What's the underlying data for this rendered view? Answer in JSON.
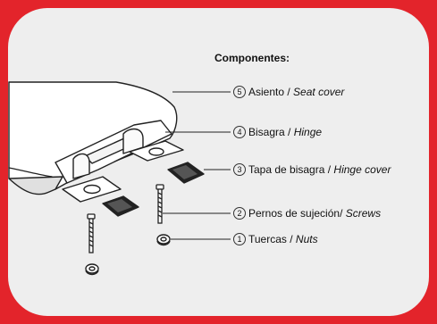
{
  "title": "Componentes:",
  "components": [
    {
      "number": "5",
      "es": "Asiento",
      "sep": " / ",
      "en": "Seat cover"
    },
    {
      "number": "4",
      "es": "Bisagra",
      "sep": " / ",
      "en": "Hinge"
    },
    {
      "number": "3",
      "es": "Tapa de bisagra",
      "sep": " / ",
      "en": "Hinge cover"
    },
    {
      "number": "2",
      "es": "Pernos de sujeción",
      "sep": "/ ",
      "en": "Screws"
    },
    {
      "number": "1",
      "es": "Tuercas",
      "sep": " / ",
      "en": "Nuts"
    }
  ],
  "colors": {
    "border": "#e3242b",
    "panel": "#eeeeee",
    "line": "#222222"
  }
}
